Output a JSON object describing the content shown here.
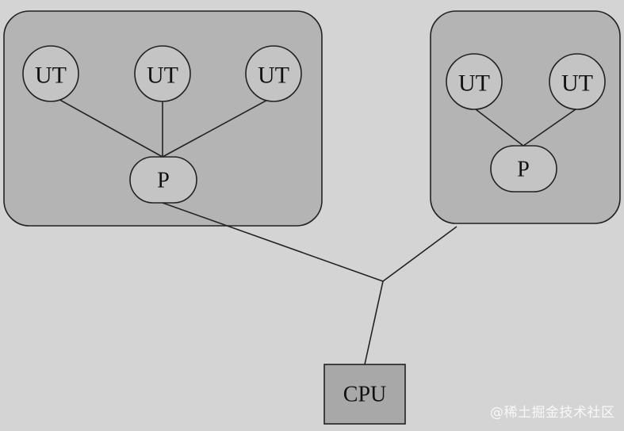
{
  "colors": {
    "background": "#d4d4d4",
    "box_fill": "#b4b4b4",
    "node_fill": "#c4c4c4",
    "stroke": "#222222"
  },
  "groups": [
    {
      "user_threads": [
        "UT",
        "UT",
        "UT"
      ],
      "process": "P"
    },
    {
      "user_threads": [
        "UT",
        "UT"
      ],
      "process": "P"
    }
  ],
  "cpu": {
    "label": "CPU"
  },
  "watermark": "@稀土掘金技术社区"
}
